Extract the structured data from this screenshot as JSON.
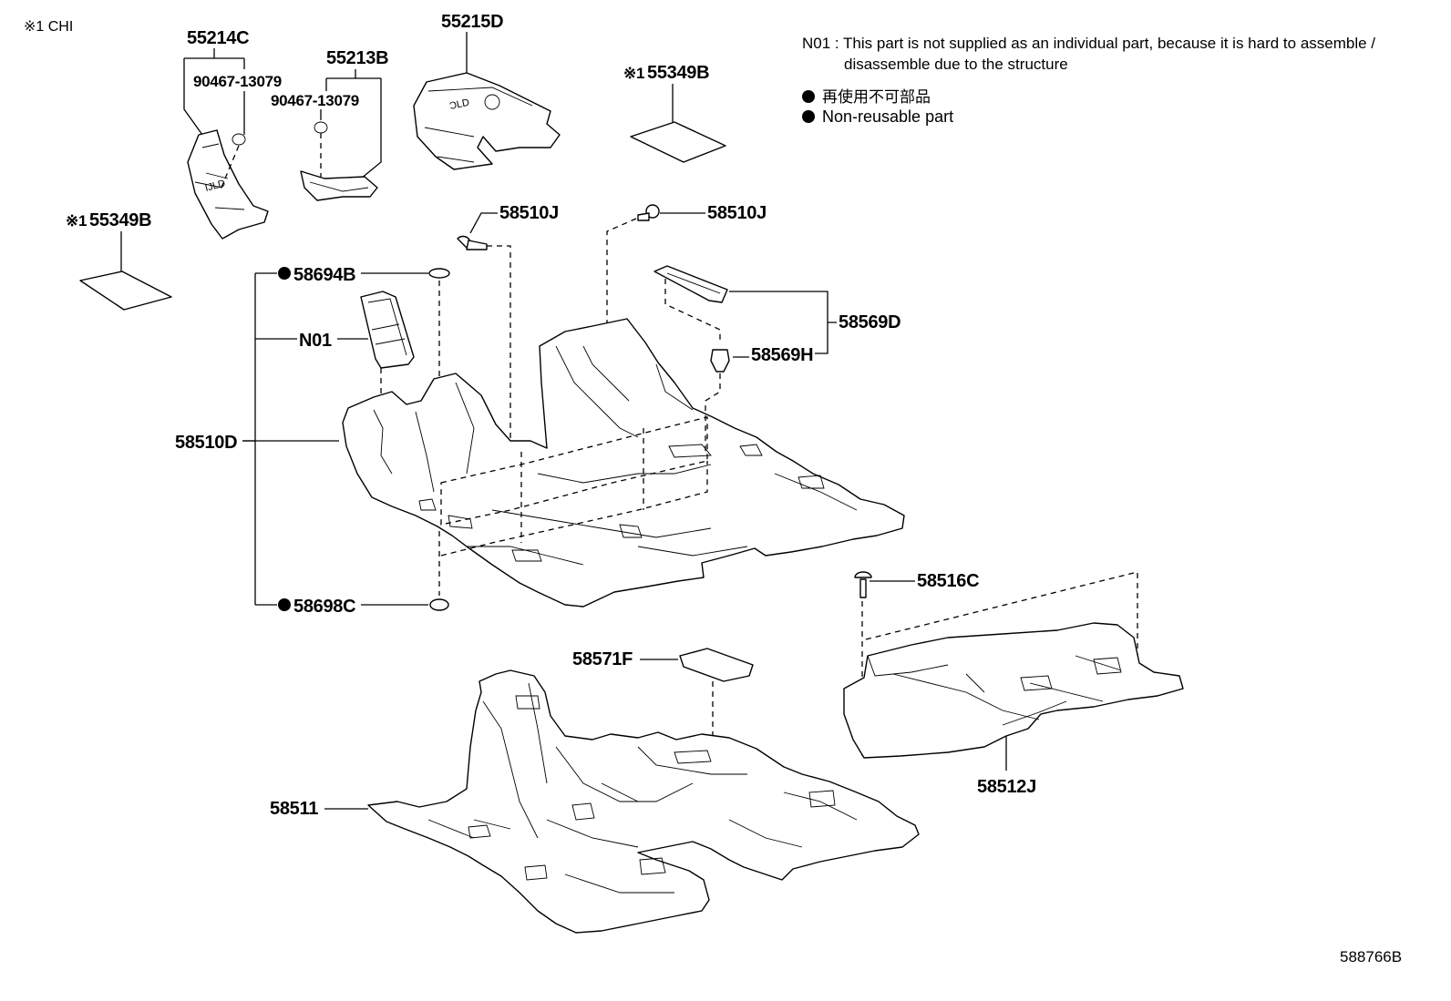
{
  "corner_mark": "※1 CHI",
  "notes": {
    "n01_line1": "N01 : This part is not supplied as an individual part, because it is hard to assemble /",
    "n01_line2": "disassemble due to the structure",
    "legend_jp": "再使用不可部品",
    "legend_en": "Non-reusable part"
  },
  "labels": {
    "p55214C": "55214C",
    "p90467a": "90467-13079",
    "p55213B": "55213B",
    "p90467b": "90467-13079",
    "p55215D": "55215D",
    "p55349B_top": "55349B",
    "p55349B_left": "55349B",
    "mark1": "※1",
    "p58510J_a": "58510J",
    "p58510J_b": "58510J",
    "p58694B": "58694B",
    "pN01": "N01",
    "p58569D": "58569D",
    "p58569H": "58569H",
    "p58510D": "58510D",
    "p58698C": "58698C",
    "p58516C": "58516C",
    "p58571F": "58571F",
    "p58511": "58511",
    "p58512J": "58512J"
  },
  "diagram_id": "588766B"
}
